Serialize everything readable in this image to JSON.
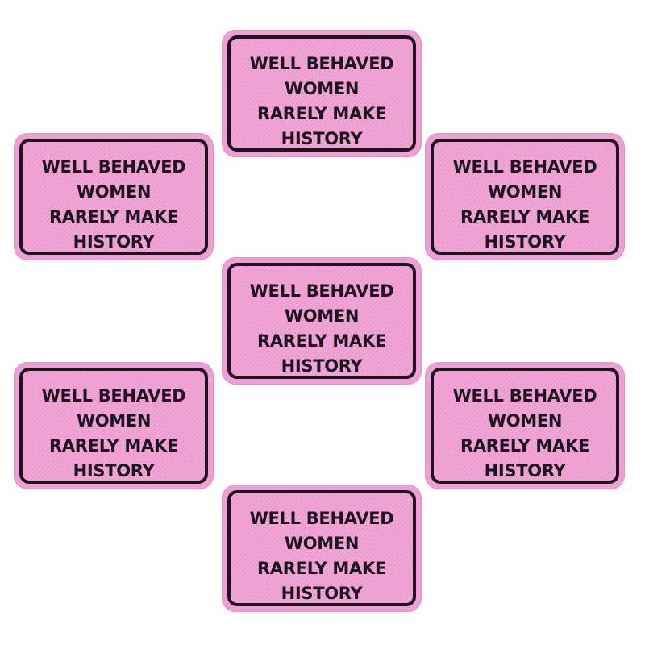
{
  "patch_text": [
    "WELL BEHAVED",
    "WOMEN",
    "RARELY MAKE",
    "HISTORY"
  ],
  "patch_count": 7,
  "colors": {
    "fabric": "#ef9fd3",
    "border": "#1d1420",
    "text": "#1d1420"
  }
}
